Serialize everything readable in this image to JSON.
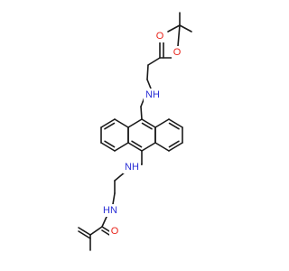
{
  "molecule": {
    "atom_labels": {
      "ester_o_carbonyl": "O",
      "ester_o_ether": "O",
      "amine_top": "NH",
      "amine_bottom": "NH",
      "amide_n": "HN",
      "amide_o": "O"
    },
    "colors": {
      "bond": "#1a1a1a",
      "oxygen": "#e8251c",
      "nitrogen": "#2a2fd6",
      "background": "#ffffff"
    }
  }
}
